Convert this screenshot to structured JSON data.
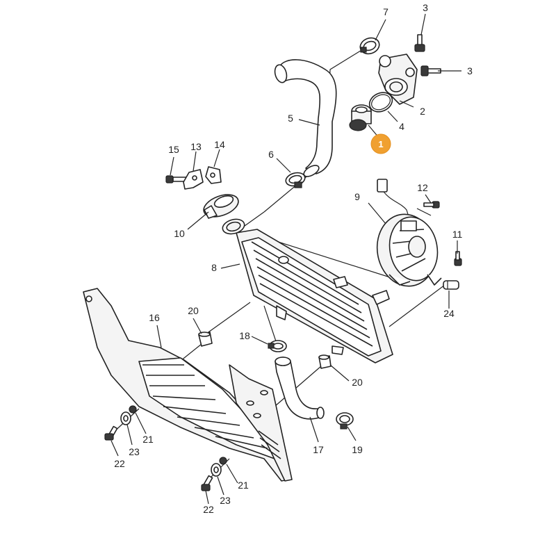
{
  "callouts": {
    "c1": "1",
    "c2": "2",
    "c3a": "3",
    "c3b": "3",
    "c4": "4",
    "c5": "5",
    "c6": "6",
    "c7": "7",
    "c8": "8",
    "c9": "9",
    "c10": "10",
    "c11": "11",
    "c12": "12",
    "c13": "13",
    "c14": "14",
    "c15": "15",
    "c16": "16",
    "c17": "17",
    "c18": "18",
    "c19": "19",
    "c20a": "20",
    "c20b": "20",
    "c21a": "21",
    "c21b": "21",
    "c22a": "22",
    "c22b": "22",
    "c23a": "23",
    "c23b": "23",
    "c24": "24"
  },
  "colors": {
    "highlight": "#f0a030",
    "line": "#222222"
  }
}
